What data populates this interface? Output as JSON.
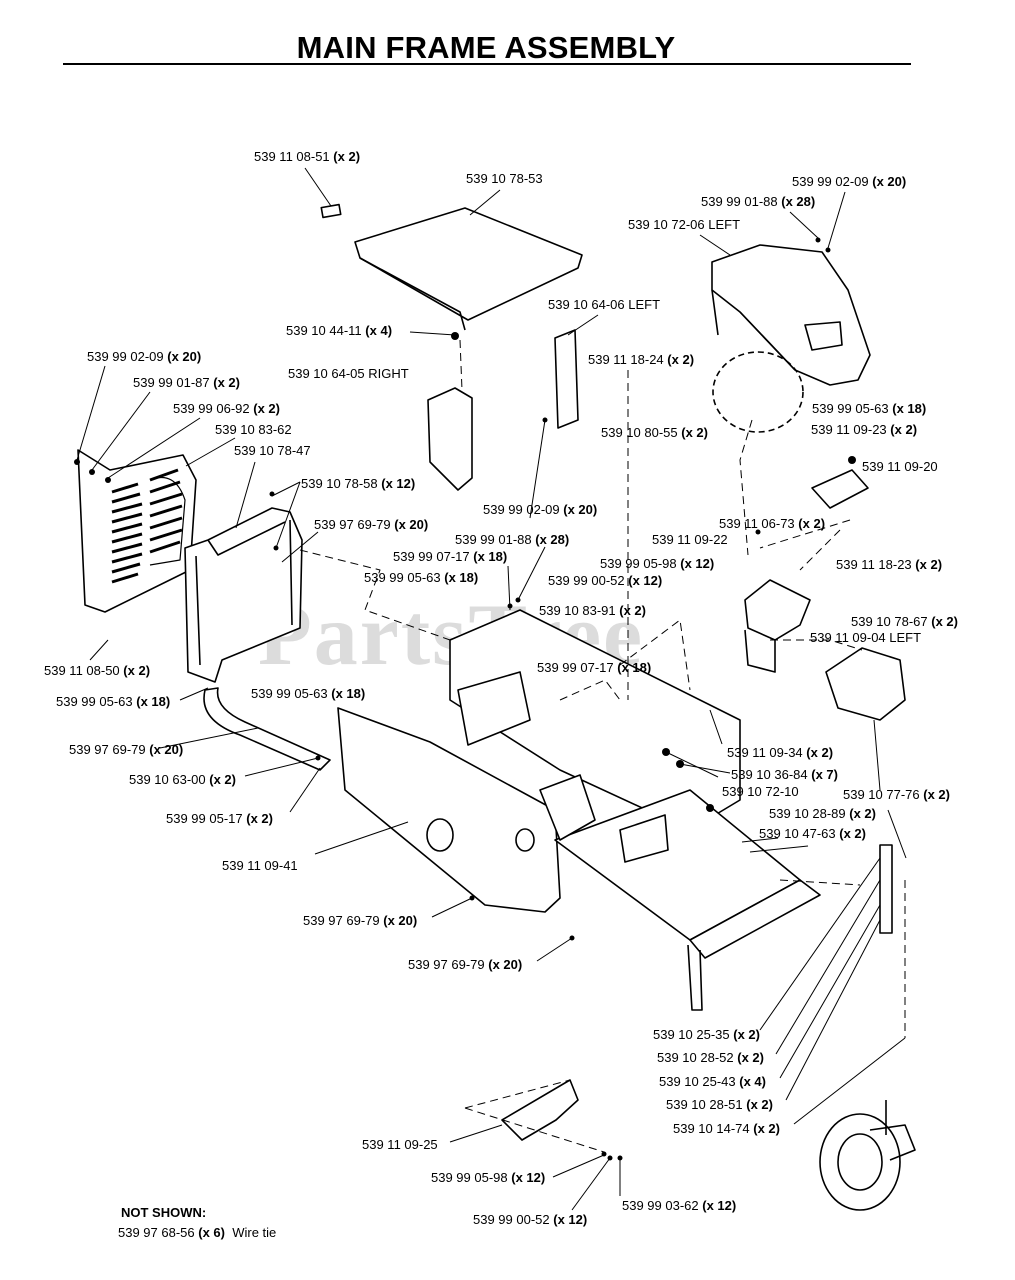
{
  "title": "MAIN FRAME ASSEMBLY",
  "watermark": "PartsTree",
  "not_shown": {
    "heading": "NOT SHOWN:",
    "items": [
      {
        "part": "539 97 68-56",
        "qty": "(x 6)",
        "desc": "Wire tie"
      }
    ]
  },
  "callouts": [
    {
      "part": "539 11 08-51",
      "qty": "(x 2)"
    },
    {
      "part": "539 10 78-53",
      "qty": ""
    },
    {
      "part": "539 99 02-09",
      "qty": "(x 20)"
    },
    {
      "part": "539 99 01-88",
      "qty": "(x 28)"
    },
    {
      "part": "539 10 72-06 LEFT",
      "qty": ""
    },
    {
      "part": "539 10 64-06 LEFT",
      "qty": ""
    },
    {
      "part": "539 10 44-11",
      "qty": "(x 4)"
    },
    {
      "part": "539 11 18-24",
      "qty": "(x 2)"
    },
    {
      "part": "539 99 02-09",
      "qty": "(x 20)"
    },
    {
      "part": "539 10 64-05 RIGHT",
      "qty": ""
    },
    {
      "part": "539 99 01-87",
      "qty": "(x 2)"
    },
    {
      "part": "539 99 06-92",
      "qty": "(x 2)"
    },
    {
      "part": "539 10 83-62",
      "qty": ""
    },
    {
      "part": "539 10 78-47",
      "qty": ""
    },
    {
      "part": "539 99 05-63",
      "qty": "(x 18)"
    },
    {
      "part": "539 10 80-55",
      "qty": "(x 2)"
    },
    {
      "part": "539 11 09-23",
      "qty": "(x 2)"
    },
    {
      "part": "539 11 09-20",
      "qty": ""
    },
    {
      "part": "539 10 78-58",
      "qty": "(x 12)"
    },
    {
      "part": "539 99 02-09",
      "qty": "(x 20)"
    },
    {
      "part": "539 97 69-79",
      "qty": "(x 20)"
    },
    {
      "part": "539 11 06-73",
      "qty": "(x 2)"
    },
    {
      "part": "539 99 01-88",
      "qty": "(x 28)"
    },
    {
      "part": "539 11 09-22",
      "qty": ""
    },
    {
      "part": "539 99 07-17",
      "qty": "(x 18)"
    },
    {
      "part": "539 99 05-98",
      "qty": "(x 12)"
    },
    {
      "part": "539 11 18-23",
      "qty": "(x 2)"
    },
    {
      "part": "539 99 05-63",
      "qty": "(x 18)"
    },
    {
      "part": "539 99 00-52",
      "qty": "(x 12)"
    },
    {
      "part": "539 10 83-91",
      "qty": "(x 2)"
    },
    {
      "part": "539 10 78-67",
      "qty": "(x 2)"
    },
    {
      "part": "539 11 09-04 LEFT",
      "qty": ""
    },
    {
      "part": "539 11 08-50",
      "qty": "(x 2)"
    },
    {
      "part": "539 99 07-17",
      "qty": "(x 18)"
    },
    {
      "part": "539 99 05-63",
      "qty": "(x 18)"
    },
    {
      "part": "539 99 05-63",
      "qty": "(x 18)"
    },
    {
      "part": "539 97 69-79",
      "qty": "(x 20)"
    },
    {
      "part": "539 11 09-34",
      "qty": "(x 2)"
    },
    {
      "part": "539 10 36-84",
      "qty": "(x 7)"
    },
    {
      "part": "539 10 63-00",
      "qty": "(x 2)"
    },
    {
      "part": "539 10 72-10",
      "qty": ""
    },
    {
      "part": "539 10 77-76",
      "qty": "(x 2)"
    },
    {
      "part": "539 10 28-89",
      "qty": "(x 2)"
    },
    {
      "part": "539 99 05-17",
      "qty": "(x 2)"
    },
    {
      "part": "539 10 47-63",
      "qty": "(x 2)"
    },
    {
      "part": "539 11 09-41",
      "qty": ""
    },
    {
      "part": "539 97 69-79",
      "qty": "(x 20)"
    },
    {
      "part": "539 97 69-79",
      "qty": "(x 20)"
    },
    {
      "part": "539 10 25-35",
      "qty": "(x 2)"
    },
    {
      "part": "539 10 28-52",
      "qty": "(x 2)"
    },
    {
      "part": "539 10 25-43",
      "qty": "(x 4)"
    },
    {
      "part": "539 10 28-51",
      "qty": "(x 2)"
    },
    {
      "part": "539 10 14-74",
      "qty": "(x 2)"
    },
    {
      "part": "539 11 09-25",
      "qty": ""
    },
    {
      "part": "539 99 05-98",
      "qty": "(x 12)"
    },
    {
      "part": "539 99 03-62",
      "qty": "(x 12)"
    },
    {
      "part": "539 99 00-52",
      "qty": "(x 12)"
    }
  ]
}
